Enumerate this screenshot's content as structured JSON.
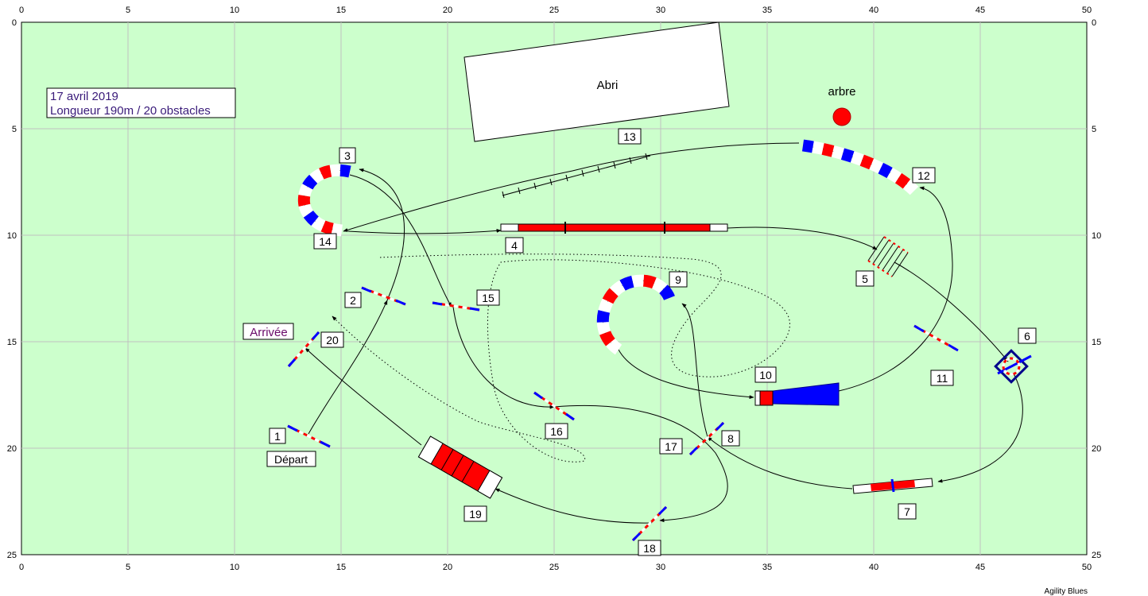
{
  "info": {
    "date": "17 avril 2019",
    "summary": "Longueur 190m / 20 obstacles"
  },
  "labels": {
    "shelter": "Abri",
    "tree": "arbre",
    "start": "Départ",
    "finish": "Arrivée"
  },
  "credit": "Agility Blues",
  "axis": {
    "x_ticks": [
      "0",
      "5",
      "10",
      "15",
      "20",
      "25",
      "30",
      "35",
      "40",
      "45",
      "50"
    ],
    "y_ticks": [
      "0",
      "5",
      "10",
      "15",
      "20",
      "25"
    ]
  },
  "colors": {
    "field": "#ccffcc",
    "grid": "#c0c0c0",
    "red": "#ff0000",
    "blue": "#0000ff",
    "dark_blue": "#00008b"
  },
  "obstacle_numbers": [
    "1",
    "2",
    "3",
    "4",
    "5",
    "6",
    "7",
    "8",
    "9",
    "10",
    "11",
    "12",
    "13",
    "14",
    "15",
    "16",
    "17",
    "18",
    "19",
    "20"
  ]
}
